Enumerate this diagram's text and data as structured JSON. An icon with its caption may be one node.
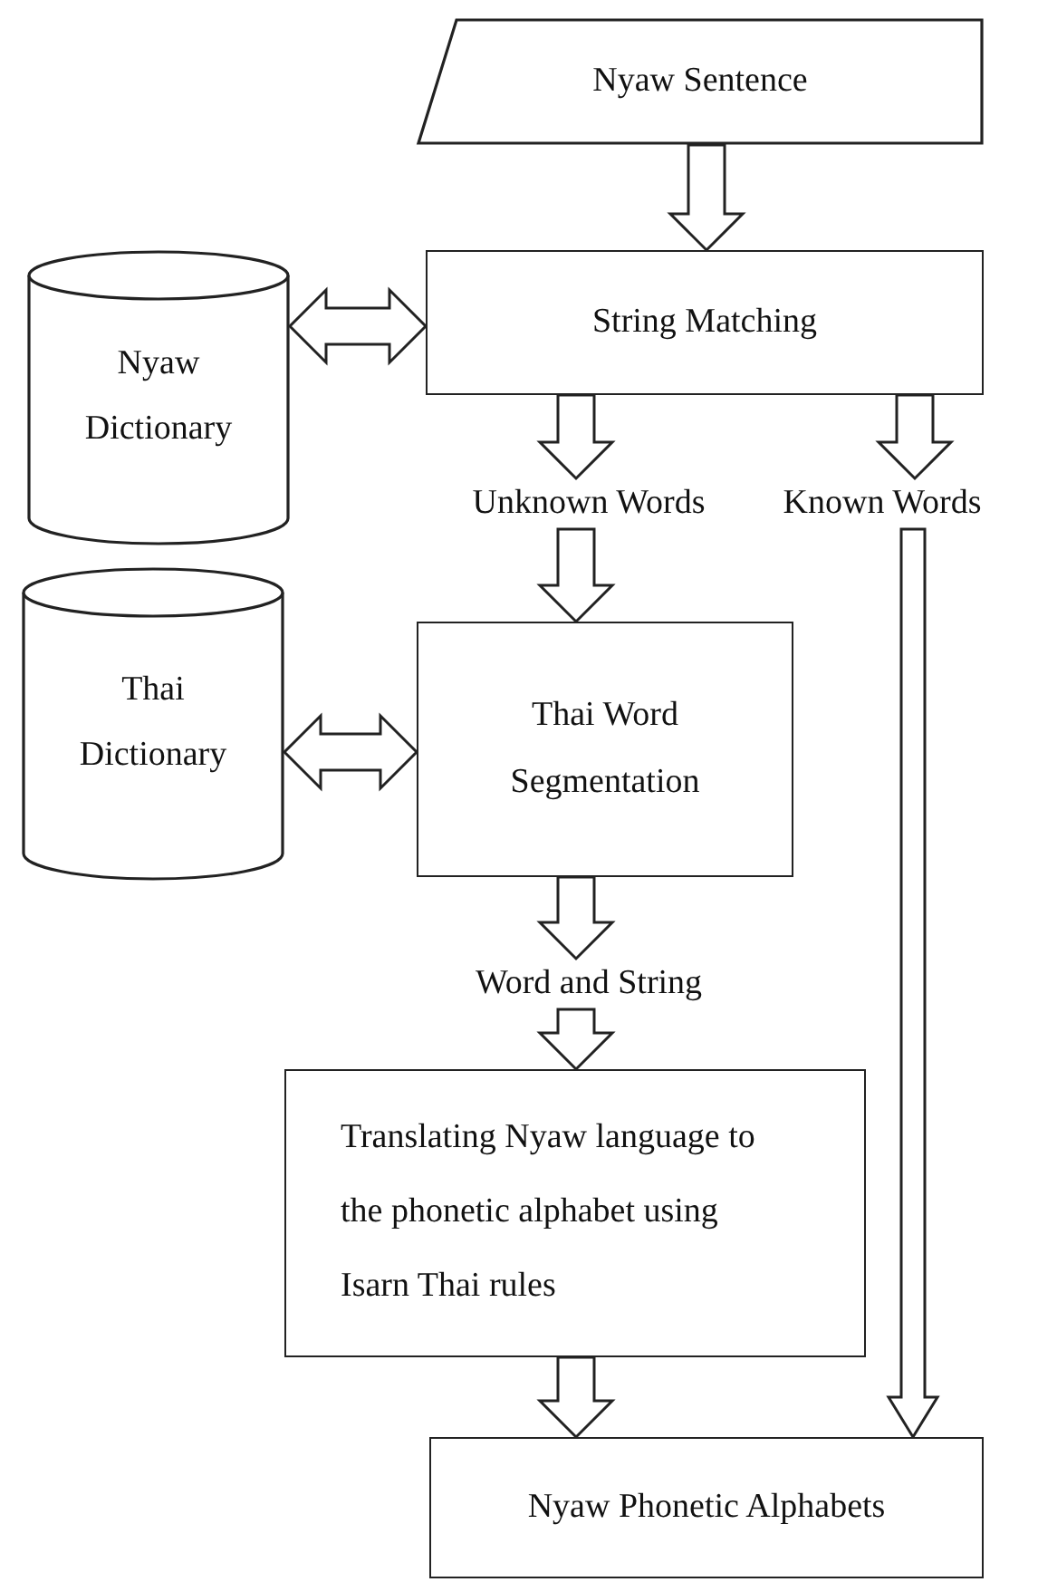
{
  "diagram": {
    "nodes": [
      {
        "text": [
          "Nyaw Sentence"
        ]
      },
      {
        "text": [
          "String Matching"
        ]
      },
      {
        "text": [
          "Nyaw Dictionary"
        ]
      },
      {
        "text": [
          "Unknown Words"
        ]
      },
      {
        "text": [
          "Known Words"
        ]
      },
      {
        "text": [
          "Thai Dictionary"
        ]
      },
      {
        "text": [
          "Thai Word Segmentation"
        ]
      },
      {
        "text": [
          "Word and String"
        ]
      },
      {
        "text": [
          "Translating Nyaw language to the phonetic alphabet using Isarn Thai rules"
        ]
      },
      {
        "text": [
          "Nyaw Phonetic Alphabets"
        ]
      }
    ],
    "edges": [
      {
        "from": 0,
        "to": 1,
        "arrow": "to"
      },
      {
        "from": 2,
        "to": 1,
        "arrow": "both"
      },
      {
        "from": 1,
        "to": 3,
        "arrow": "to"
      },
      {
        "from": 1,
        "to": 4,
        "arrow": "to"
      },
      {
        "from": 3,
        "to": 6,
        "arrow": "to"
      },
      {
        "from": 5,
        "to": 6,
        "arrow": "both"
      },
      {
        "from": 6,
        "to": 7,
        "arrow": "to"
      },
      {
        "from": 7,
        "to": 8,
        "arrow": "to"
      },
      {
        "from": 8,
        "to": 9,
        "arrow": "to"
      },
      {
        "from": 4,
        "to": 9,
        "arrow": "to"
      }
    ]
  }
}
